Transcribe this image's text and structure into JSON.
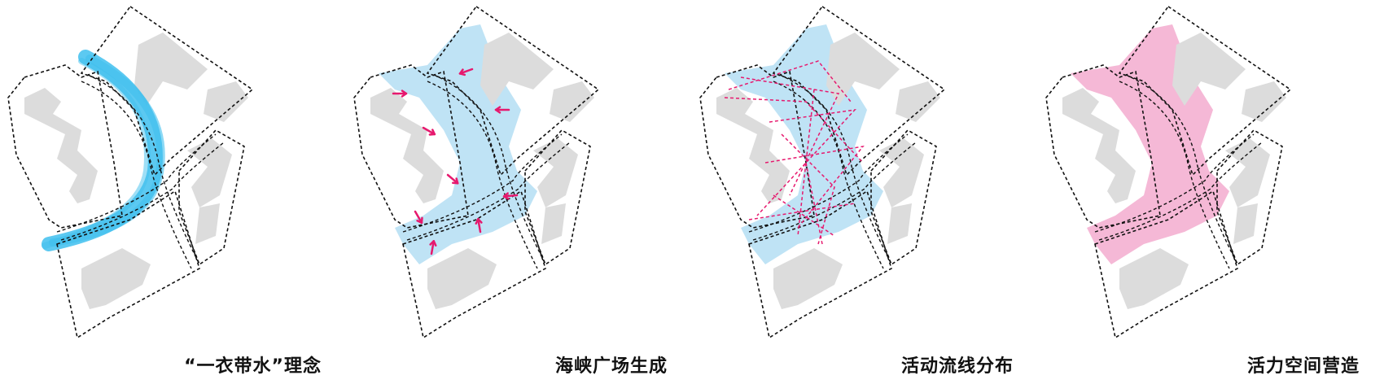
{
  "panels": [
    {
      "id": "p1",
      "caption": "“一衣带水”理念",
      "overlay": "stream",
      "overlay_color": "#3fbfee"
    },
    {
      "id": "p2",
      "caption": "海峡广场生成",
      "overlay": "plaza-arrows",
      "overlay_color": "#bfe3f5",
      "arrow_color": "#e6196e"
    },
    {
      "id": "p3",
      "caption": "活动流线分布",
      "overlay": "plaza-lines",
      "overlay_color": "#bfe3f5",
      "line_color": "#e6196e"
    },
    {
      "id": "p4",
      "caption": "活力空间营造",
      "overlay": "plaza-pink",
      "overlay_color": "#f5b8d6"
    }
  ],
  "colors": {
    "building": "#dcdcdc",
    "boundary": "#111111"
  }
}
